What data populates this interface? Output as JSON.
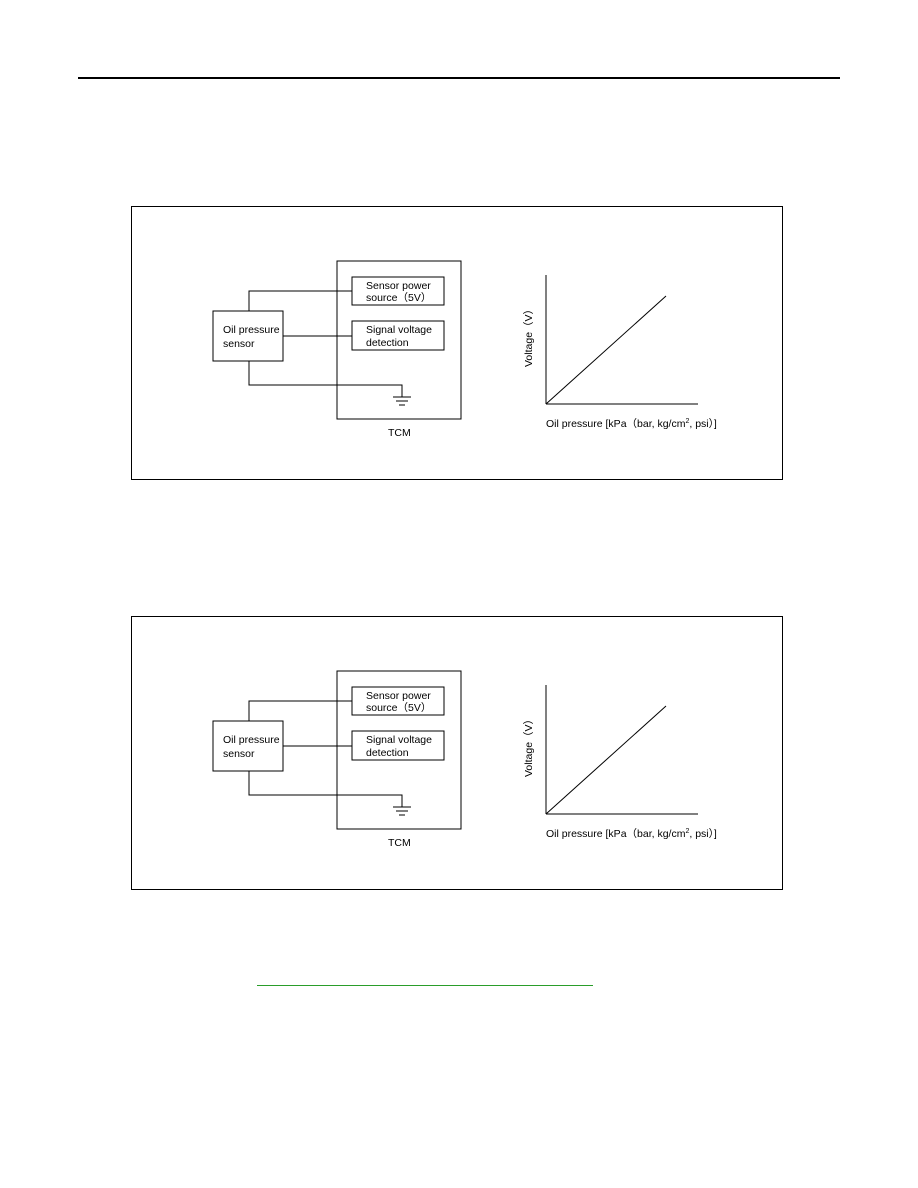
{
  "figures": [
    {
      "sensor_label_line1": "Oil pressure",
      "sensor_label_line2": "sensor",
      "power_label_line1": "Sensor power",
      "power_label_line2": "source（5V）",
      "signal_label_line1": "Signal voltage",
      "signal_label_line2": "detection",
      "tcm_label": "TCM",
      "y_axis_label": "Voltage（V）",
      "x_axis_label_pre": "Oil pressure [kPa（bar, kg/cm",
      "x_axis_label_sup": "2",
      "x_axis_label_post": ", psi）]"
    },
    {
      "sensor_label_line1": "Oil pressure",
      "sensor_label_line2": "sensor",
      "power_label_line1": "Sensor power",
      "power_label_line2": "source（5V）",
      "signal_label_line1": "Signal voltage",
      "signal_label_line2": "detection",
      "tcm_label": "TCM",
      "y_axis_label": "Voltage（V）",
      "x_axis_label_pre": "Oil pressure [kPa（bar, kg/cm",
      "x_axis_label_sup": "2",
      "x_axis_label_post": ", psi）]"
    }
  ],
  "colors": {
    "link_underline": "#2a9d2a"
  }
}
